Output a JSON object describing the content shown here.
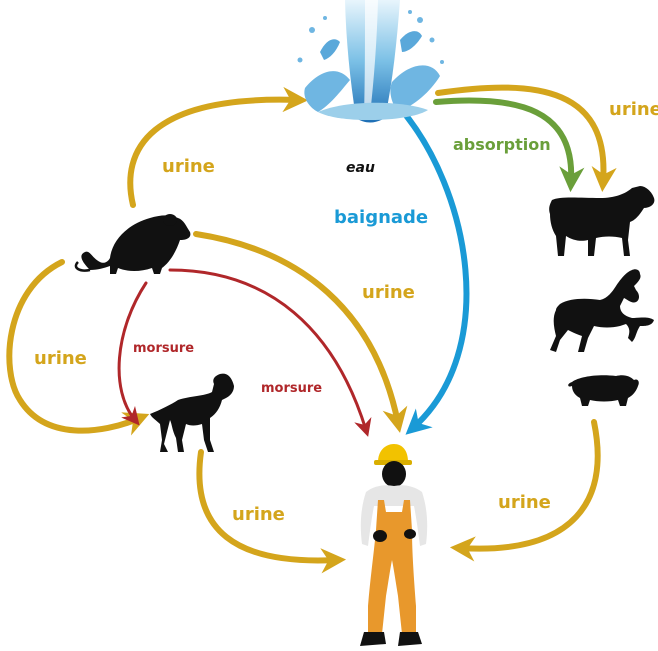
{
  "colors": {
    "urine": "#D4A51C",
    "morsure": "#B0272A",
    "baignade": "#1A9AD6",
    "absorption": "#6A9F3A",
    "silhouette": "#111111",
    "water_dark": "#1E6FB5",
    "water_light": "#9CCFEA",
    "helmet": "#F2C200",
    "overalls": "#E8982C",
    "shirt": "#E6E6E6"
  },
  "icons": [
    "water-splash-icon",
    "rat-icon",
    "dog-icon",
    "cow-icon",
    "horse-icon",
    "pig-icon",
    "worker-icon"
  ],
  "labels": {
    "eau": "eau",
    "baignade": "baignade",
    "absorption": "absorption",
    "urine_rat_water": "urine",
    "urine_water_cow": "urine",
    "urine_rat_dog": "urine",
    "urine_rat_worker": "urine",
    "urine_dog_worker": "urine",
    "urine_livestock_worker": "urine",
    "morsure_rat_dog": "morsure",
    "morsure_rat_worker": "morsure"
  }
}
